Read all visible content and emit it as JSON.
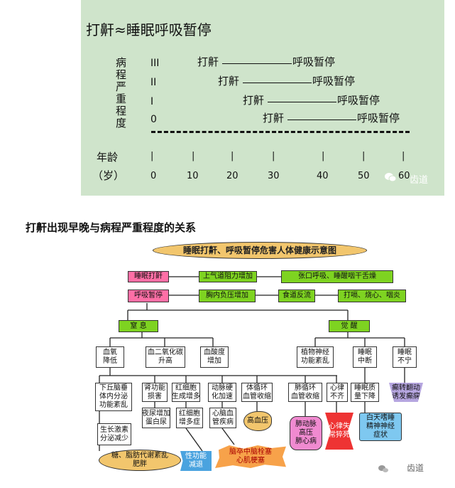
{
  "top": {
    "title": "打鼾≈睡眠呼吸暂停",
    "y_label_chars": [
      "病",
      "程",
      "严",
      "重",
      "程",
      "度"
    ],
    "levels": [
      {
        "level": "III",
        "left": "打鼾",
        "right": "呼吸暂停"
      },
      {
        "level": "II",
        "left": "打鼾",
        "right": "呼吸暂停"
      },
      {
        "level": "I",
        "left": "打鼾",
        "right": "呼吸暂停"
      },
      {
        "level": "0",
        "left": "打鼾",
        "right": "呼吸暂停"
      }
    ],
    "age_label": "年龄",
    "age_unit": "（岁）",
    "ages": [
      "0",
      "10",
      "20",
      "30",
      "40",
      "50",
      "60"
    ],
    "watermark": "齿道"
  },
  "caption": "打鼾出现早晚与病程严重程度的关系",
  "diagram": {
    "title": "睡眠打鼾、呼吸暂停危害人体健康示意图",
    "row1": {
      "a": "睡眠打鼾",
      "b": "上气道阻力增加",
      "c": "张口呼吸、睡醒咽干舌燥"
    },
    "row2": {
      "a": "呼吸暂停",
      "b": "胸内负压增加",
      "c": "食道反流",
      "d": "打嗝、烧心、咽炎"
    },
    "left_head": "窒  息",
    "right_head": "觉  醒",
    "l1": [
      "血氧\n降低",
      "血二氧化碳\n升高",
      "血酸度\n增加"
    ],
    "r1": [
      "植物神经\n功能紊乱",
      "睡眠\n中断",
      "睡眠\n不宁"
    ],
    "l2": [
      "下丘脑垂\n体内分泌\n功能紊乱",
      "肾功能\n损害",
      "红细胞\n生成增多",
      "动脉硬\n化加速",
      "体循环\n血管收缩",
      "肺循环\n血管收缩",
      "心律\n不齐",
      "睡眠质\n量下降",
      "癫转翻动\n诱发癫痫"
    ],
    "l3": [
      "夜尿增加\n蛋白尿",
      "红细胞\n增多症",
      "心脑血\n管疾病"
    ],
    "hbp": "高血压",
    "pulm": "肺动脉\n高压\n肺心病",
    "sudden": "心律失\n常猝死",
    "day": "白天嗜睡\n精神神经\n症状",
    "gh": "生长激素\n分泌减少",
    "meta": "糖、脂肪代谢紊乱\n肥胖",
    "sex": "性功能\n减退",
    "stroke": "脑卒中脑栓塞\n心肌梗塞",
    "watermark": "齿道"
  }
}
